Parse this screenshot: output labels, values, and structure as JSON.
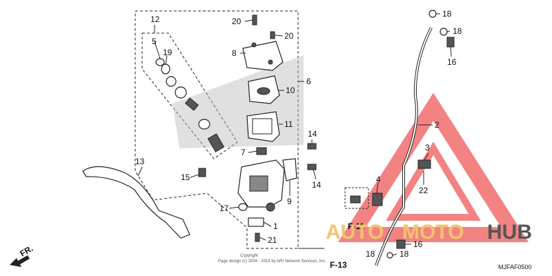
{
  "callouts": {
    "c12": "12",
    "c5": "5",
    "c19": "19",
    "c20a": "20",
    "c20b": "20",
    "c8": "8",
    "c10": "10",
    "c6": "6",
    "c11": "11",
    "c14a": "14",
    "c7": "7",
    "c14b": "14",
    "c13": "13",
    "c15": "15",
    "c9": "9",
    "c17": "17",
    "c1": "1",
    "c21": "21",
    "c18a": "18",
    "c18b": "18",
    "c16a": "16",
    "c2": "2",
    "c3": "3",
    "c22": "22",
    "c4": "4",
    "c16b": "16",
    "c18c": "18"
  },
  "refs": {
    "f11": "F-11",
    "f13": "F-13",
    "fr": "FR."
  },
  "copyright": {
    "line1": "Copyright",
    "line2": "Page design (c) 2004 - 2014 by ARI Network Services, Inc."
  },
  "diagram_code": "MJFAF0500",
  "watermark": {
    "auto": "AUTO",
    "moto": "MOTO",
    "hub": "HUB",
    "color_auto": "#F2C46D",
    "color_moto": "#F2C46D",
    "color_hub": "#555555",
    "triangle_color": "#F05A5A"
  }
}
